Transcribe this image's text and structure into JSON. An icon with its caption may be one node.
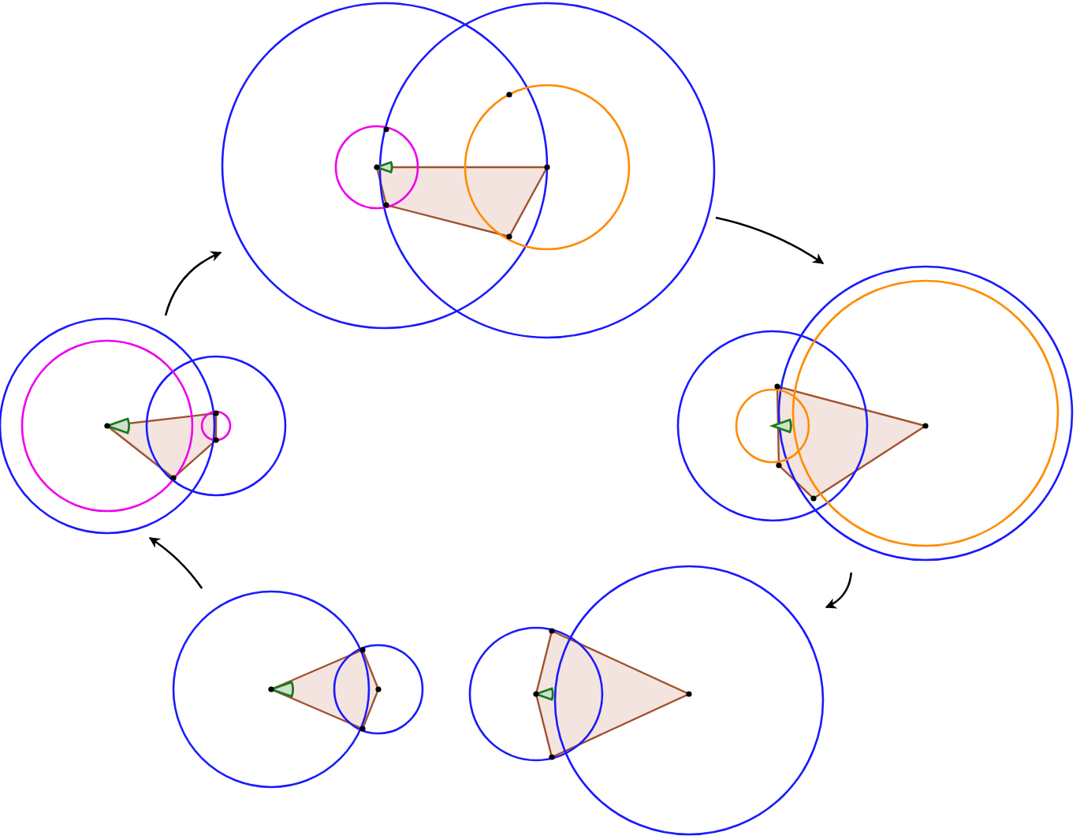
{
  "diagram": {
    "nodes": [
      {
        "text": [],
        "shape": "picture"
      },
      {
        "text": [],
        "shape": "picture"
      },
      {
        "text": [],
        "shape": "picture"
      },
      {
        "text": [],
        "shape": "picture"
      },
      {
        "text": [],
        "shape": "picture"
      }
    ],
    "edges": [
      {
        "from": 0,
        "to": 2,
        "arrow": "to"
      },
      {
        "from": 2,
        "to": 4,
        "arrow": "to"
      },
      {
        "from": 3,
        "to": 1,
        "arrow": "to"
      },
      {
        "from": 1,
        "to": 0,
        "arrow": "to"
      }
    ]
  }
}
